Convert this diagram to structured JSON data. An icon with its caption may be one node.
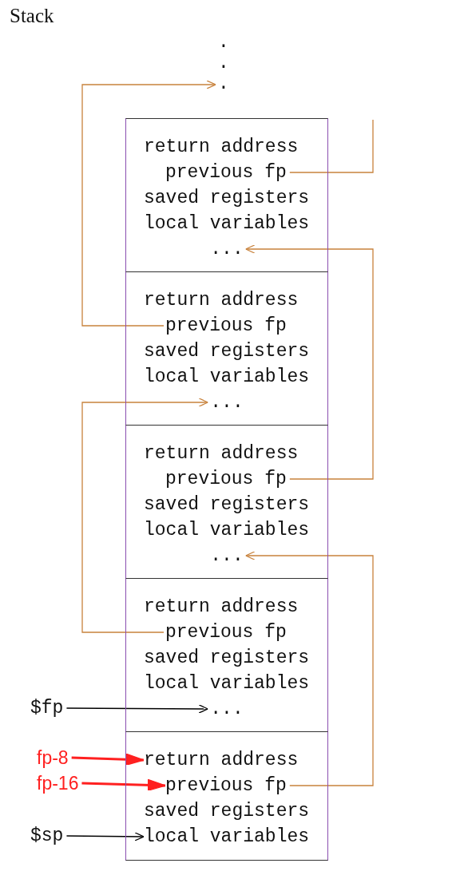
{
  "diagram": {
    "title": "Stack",
    "nodes": [
      {
        "text": [
          ".",
          ".",
          "."
        ]
      },
      {
        "text": [],
        "shape": "box"
      },
      {
        "text": [
          "return address"
        ],
        "in": 1
      },
      {
        "text": [
          "previous fp"
        ],
        "in": 1
      },
      {
        "text": [
          "saved registers"
        ],
        "in": 1
      },
      {
        "text": [
          "local variables"
        ],
        "in": 1
      },
      {
        "text": [
          "..."
        ],
        "in": 1
      },
      {
        "text": [],
        "shape": "box"
      },
      {
        "text": [
          "return address"
        ],
        "in": 7
      },
      {
        "text": [
          "previous fp"
        ],
        "in": 7
      },
      {
        "text": [
          "saved registers"
        ],
        "in": 7
      },
      {
        "text": [
          "local variables"
        ],
        "in": 7
      },
      {
        "text": [
          "..."
        ],
        "in": 7
      },
      {
        "text": [],
        "shape": "box"
      },
      {
        "text": [
          "return address"
        ],
        "in": 13
      },
      {
        "text": [
          "previous fp"
        ],
        "in": 13
      },
      {
        "text": [
          "saved registers"
        ],
        "in": 13
      },
      {
        "text": [
          "local variables"
        ],
        "in": 13
      },
      {
        "text": [
          "..."
        ],
        "in": 13
      },
      {
        "text": [],
        "shape": "box"
      },
      {
        "text": [
          "return address"
        ],
        "in": 19
      },
      {
        "text": [
          "previous fp"
        ],
        "in": 19
      },
      {
        "text": [
          "saved registers"
        ],
        "in": 19
      },
      {
        "text": [
          "local variables"
        ],
        "in": 19
      },
      {
        "text": [
          "..."
        ],
        "in": 19
      },
      {
        "text": [
          "$fp"
        ]
      },
      {
        "text": [],
        "shape": "box"
      },
      {
        "text": [
          "return address"
        ],
        "in": 26
      },
      {
        "text": [
          "previous fp"
        ],
        "in": 26
      },
      {
        "text": [
          "saved registers"
        ],
        "in": 26
      },
      {
        "text": [
          "local variables"
        ],
        "in": 26
      },
      {
        "text": [
          "fp-8"
        ]
      },
      {
        "text": [
          "fp-16"
        ]
      },
      {
        "text": [
          "$sp"
        ]
      }
    ],
    "edges": [
      {
        "from": 3,
        "to": null,
        "arrow": "none"
      },
      {
        "from": 9,
        "to": 0,
        "arrow": "to"
      },
      {
        "from": 15,
        "to": 6,
        "arrow": "to"
      },
      {
        "from": 21,
        "to": 12,
        "arrow": "to"
      },
      {
        "from": 28,
        "to": 18,
        "arrow": "to"
      },
      {
        "from": 25,
        "to": 24,
        "arrow": "to",
        "color": "#000000"
      },
      {
        "from": 31,
        "to": 27,
        "arrow": "to",
        "style": "thick",
        "color": "#ff2020"
      },
      {
        "from": 32,
        "to": 28,
        "arrow": "to",
        "style": "thick",
        "color": "#ff2020"
      },
      {
        "from": 33,
        "to": 30,
        "arrow": "to",
        "color": "#000000"
      }
    ]
  }
}
